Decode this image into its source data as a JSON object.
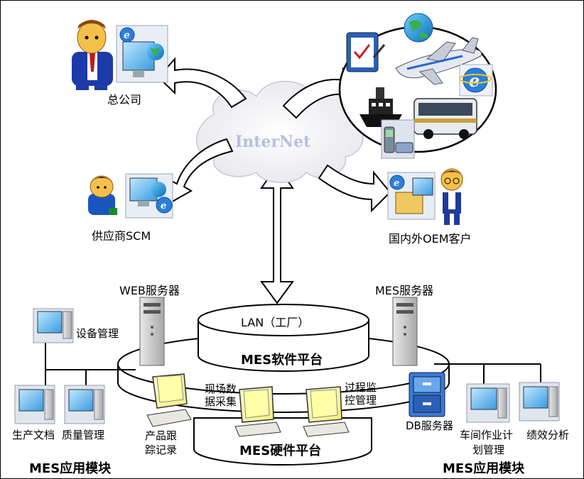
{
  "internet": {
    "label": "InterNet"
  },
  "nodes": {
    "headquarters": "总公司",
    "supplier": "供应商SCM",
    "customer": "国内外OEM客户"
  },
  "servers": {
    "web": "WEB服务器",
    "mes": "MES服务器",
    "db": "DB服务器"
  },
  "platform": {
    "lan": "LAN（工厂）",
    "software": "MES软件平台",
    "hardware": "MES硬件平台"
  },
  "terminals": {
    "collect_line1": "现场数",
    "collect_line2": "据采集",
    "monitor_line1": "过程监",
    "monitor_line2": "控管理",
    "track_line1": "产品跟",
    "track_line2": "踪记录"
  },
  "left_modules": {
    "equipment": "设备管理",
    "production_docs": "生产文档",
    "quality": "质量管理",
    "title": "MES应用模块"
  },
  "right_modules": {
    "workshop_line1": "车间作业计",
    "workshop_line2": "划管理",
    "performance": "绩效分析",
    "title": "MES应用模块"
  }
}
